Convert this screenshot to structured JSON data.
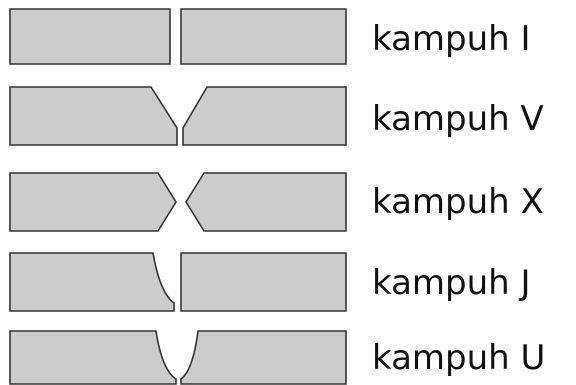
{
  "joints": [
    {
      "id": "i",
      "label": "kampuh I"
    },
    {
      "id": "v",
      "label": "kampuh V"
    },
    {
      "id": "x",
      "label": "kampuh X"
    },
    {
      "id": "j",
      "label": "kampuh J"
    },
    {
      "id": "u",
      "label": "kampuh U"
    }
  ],
  "colors": {
    "plate_fill": "#cccccc",
    "plate_stroke": "#333333",
    "label_text": "#111111"
  }
}
